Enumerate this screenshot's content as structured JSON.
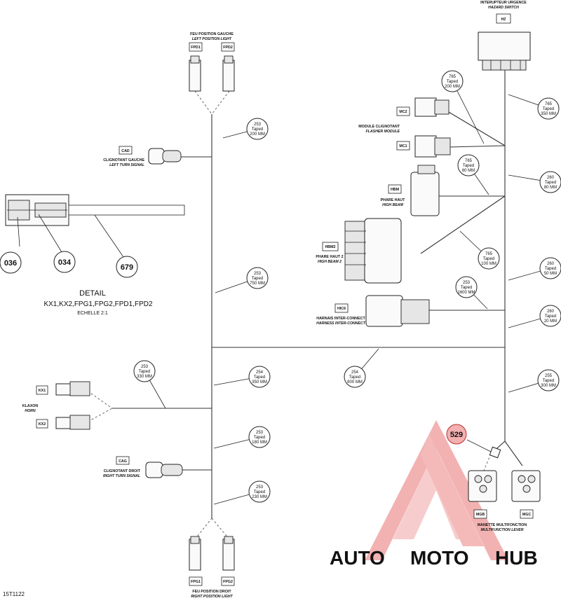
{
  "switch": {
    "title": "INTERUPTEUR URGENCE",
    "subtitle": "HAZARD SWITCH",
    "code": "HZ"
  },
  "left_position_light": {
    "title": "FEU POSITION GAUCHE",
    "subtitle": "LEFT POSITION LIGHT",
    "codes": [
      "FPD1",
      "FPD2"
    ]
  },
  "right_position_light": {
    "title": "FEU POSITION DROIT",
    "subtitle": "RIGHT POSITION LIGHT",
    "codes": [
      "FPG1",
      "FPG2"
    ]
  },
  "left_turn": {
    "title": "CLIGNOTANT GAUCHE",
    "subtitle": "LEFT TURN SIGNAL",
    "code": "CAD"
  },
  "right_turn": {
    "title": "CLIGNOTANT DROIT",
    "subtitle": "RIGHT TURN SIGNAL",
    "code": "CAG"
  },
  "flasher": {
    "title": "MODULE CLIGNOTANT",
    "subtitle": "FLASHER MODULE",
    "codes": [
      "MC2",
      "MC1"
    ]
  },
  "high_beam": {
    "title": "PHARE HAUT",
    "subtitle": "HIGH BEAM",
    "code": "HBM"
  },
  "high_beam_2": {
    "title": "PHARE HAUT 2",
    "subtitle": "HIGH BEAM 2",
    "code": "HBM2"
  },
  "harness": {
    "title": "HARNAIS INTER-CONNECT",
    "subtitle": "HARNESS INTER-CONNECT",
    "code": "HIC6"
  },
  "horn": {
    "title": "KLAXON",
    "subtitle": "HORN",
    "codes": [
      "KX1",
      "KX2"
    ]
  },
  "multifunction": {
    "title": "MANETTE MULTIFONCTION",
    "subtitle": "MULTIFUNCTION LEVER",
    "codes": [
      "MGB",
      "MGC"
    ]
  },
  "detail": {
    "title": "DETAIL",
    "line2": "KX1,KX2,FPG1,FPG2,FPD1,FPD2",
    "scale": "ECHELLE 2:1",
    "callouts": [
      "036",
      "034",
      "679"
    ]
  },
  "callout_529": "529",
  "bubbles": [
    {
      "n": "253",
      "t": "Taped",
      "d": "200 MM"
    },
    {
      "n": "253",
      "t": "Taped",
      "d": "750 MM"
    },
    {
      "n": "253",
      "t": "Taped",
      "d": "330 MM"
    },
    {
      "n": "254",
      "t": "Taped",
      "d": "350 MM"
    },
    {
      "n": "253",
      "t": "Taped",
      "d": "180 MM"
    },
    {
      "n": "253",
      "t": "Taped",
      "d": "230 MM"
    },
    {
      "n": "765",
      "t": "Taped",
      "d": "200 MM"
    },
    {
      "n": "765",
      "t": "Taped",
      "d": "350 MM"
    },
    {
      "n": "765",
      "t": "Taped",
      "d": "60 MM"
    },
    {
      "n": "260",
      "t": "Taped",
      "d": "80 MM"
    },
    {
      "n": "765",
      "t": "Taped",
      "d": "100 MM"
    },
    {
      "n": "260",
      "t": "Taped",
      "d": "50 MM"
    },
    {
      "n": "253",
      "t": "Taped",
      "d": "1600 MM"
    },
    {
      "n": "260",
      "t": "Taped",
      "d": "20 MM"
    },
    {
      "n": "254",
      "t": "Taped",
      "d": "800 MM"
    },
    {
      "n": "255",
      "t": "Taped",
      "d": "300 MM"
    }
  ],
  "figure_id": "15T1122",
  "watermark": {
    "part1": "AUTO",
    "part2": "MOTO",
    "part3": "HUB"
  }
}
